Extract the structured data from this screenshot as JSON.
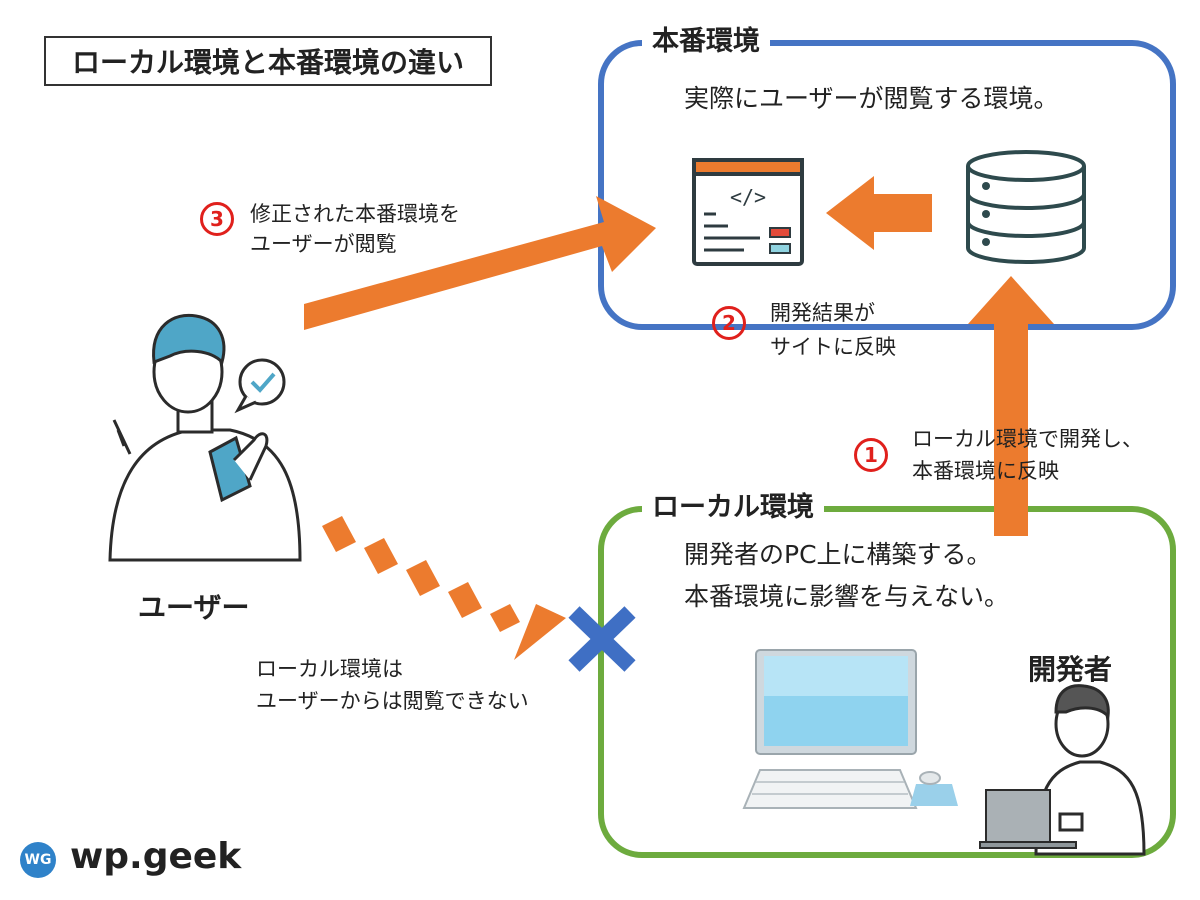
{
  "title": "ローカル環境と本番環境の違い",
  "production": {
    "label": "本番環境",
    "description": "実際にユーザーが閲覧する環境。"
  },
  "local": {
    "label": "ローカル環境",
    "description_line1": "開発者のPC上に構築する。",
    "description_line2": "本番環境に影響を与えない。"
  },
  "steps": [
    {
      "number": "1",
      "line1": "ローカル環境で開発し、",
      "line2": "本番環境に反映"
    },
    {
      "number": "2",
      "line1": "開発結果が",
      "line2": "サイトに反映"
    },
    {
      "number": "3",
      "line1": "修正された本番環境を",
      "line2": "ユーザーが閲覧"
    }
  ],
  "blocked_note": {
    "line1": "ローカル環境は",
    "line2": "ユーザーからは閲覧できない"
  },
  "user_label": "ユーザー",
  "developer_label": "開発者",
  "logo": {
    "badge": "WG",
    "text": "wp.geek"
  },
  "colors": {
    "production": "#4574c4",
    "local": "#6dab3e",
    "arrow": "#ec7b2e",
    "cross": "#3f6fc4",
    "step_number": "#e0201c"
  },
  "icons": [
    "code-window-icon",
    "database-icon",
    "check-bubble-icon",
    "cross-mark-icon",
    "computer-icon",
    "keyboard-icon",
    "mouse-icon",
    "laptop-icon"
  ]
}
